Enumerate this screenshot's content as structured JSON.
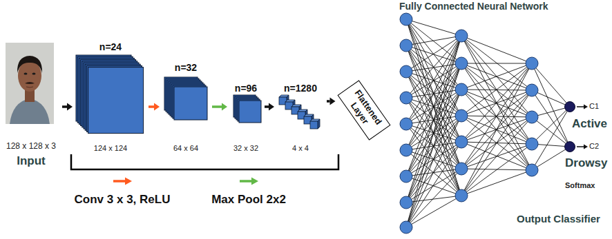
{
  "diagram": {
    "nodes": [
      {
        "text": [
          "128 x 128 x 3",
          "Input"
        ]
      },
      {
        "text": [
          "n=24",
          "124 x 124"
        ]
      },
      {
        "text": [
          "n=32",
          "64 x 64"
        ]
      },
      {
        "text": [
          "n=96",
          "32 x 32"
        ]
      },
      {
        "text": [
          "n=1280",
          "4 x 4"
        ]
      },
      {
        "text": [
          "Flattened Layer"
        ]
      },
      {
        "text": [
          "C1",
          "Active"
        ]
      },
      {
        "text": [
          "C2",
          "Drowsy"
        ]
      }
    ],
    "edges": [
      {
        "from": 0,
        "to": 1,
        "arrow": "to"
      },
      {
        "from": 1,
        "to": 2,
        "arrow": "to"
      },
      {
        "from": 2,
        "to": 3,
        "arrow": "to"
      },
      {
        "from": 3,
        "to": 4,
        "arrow": "to"
      },
      {
        "from": 4,
        "to": 5,
        "arrow": "to"
      }
    ],
    "labels": [
      "Fully Connected Neural Network",
      "Softmax",
      "Output Classifier"
    ],
    "legend": [
      {
        "text": "Conv 3 x 3, ReLU"
      },
      {
        "text": "Max Pool 2x2"
      }
    ]
  }
}
